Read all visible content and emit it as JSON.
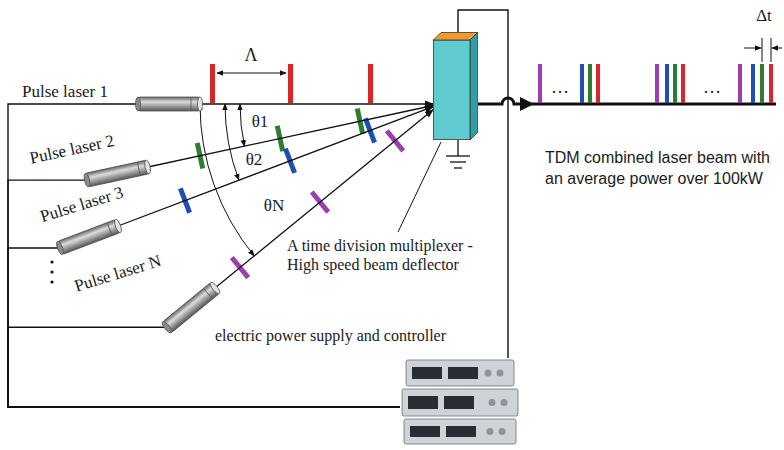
{
  "diagram": {
    "nodes": [
      {
        "text": [
          "Pulse laser 1"
        ]
      },
      {
        "text": [
          "Pulse laser 2"
        ]
      },
      {
        "text": [
          "Pulse laser 3"
        ]
      },
      {
        "text": [
          "Pulse laser N"
        ]
      },
      {
        "text": [
          "A time division multiplexer -High speed beam deflector"
        ]
      },
      {
        "text": [
          "electric power supply and controller"
        ]
      }
    ],
    "edges": [
      {
        "from": 0,
        "to": 4,
        "arrow": "to"
      },
      {
        "from": 1,
        "to": 4,
        "arrow": "to"
      },
      {
        "from": 2,
        "to": 4,
        "arrow": "to"
      },
      {
        "from": 3,
        "to": 4,
        "arrow": "to"
      },
      {
        "from": 5,
        "to": 0,
        "arrow": "none"
      },
      {
        "from": 5,
        "to": 1,
        "arrow": "none"
      },
      {
        "from": 5,
        "to": 2,
        "arrow": "none"
      },
      {
        "from": 5,
        "to": 3,
        "arrow": "none"
      },
      {
        "from": 5,
        "to": 4,
        "arrow": "none"
      }
    ],
    "labels": [
      "Λ",
      "θ1",
      "θ2",
      "θN",
      "…",
      "…",
      "Δt",
      "TDM combined laser beam with an average power over 100kW"
    ]
  }
}
